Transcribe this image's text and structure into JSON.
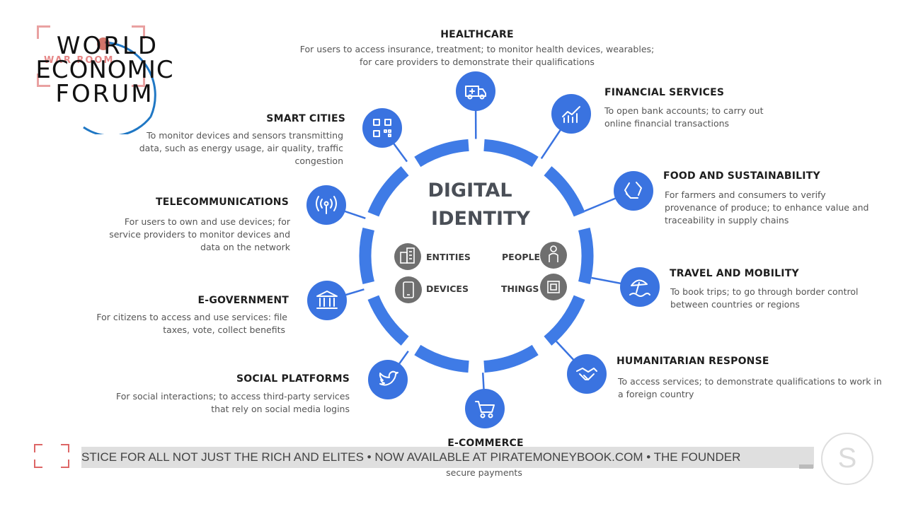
{
  "logo": {
    "line1": "WORLD",
    "line2": "ECONOMIC",
    "line3": "FORUM",
    "overlay": "WAR ROOM"
  },
  "center": {
    "title_line1": "DIGITAL",
    "title_line2": "IDENTITY",
    "inner": [
      {
        "key": "entities",
        "label": "ENTITIES",
        "icon": "buildings-icon"
      },
      {
        "key": "people",
        "label": "PEOPLE",
        "icon": "person-icon"
      },
      {
        "key": "devices",
        "label": "DEVICES",
        "icon": "smartphone-icon"
      },
      {
        "key": "things",
        "label": "THINGS",
        "icon": "chip-icon"
      }
    ]
  },
  "segments": {
    "healthcare": {
      "title": "HEALTHCARE",
      "desc1": "For users to access insurance, treatment; to monitor health devices, wearables;",
      "desc2": "for care providers to demonstrate their qualifications",
      "icon": "ambulance-icon"
    },
    "financial": {
      "title": "FINANCIAL SERVICES",
      "desc1": "To open bank accounts; to carry out",
      "desc2": "online financial transactions",
      "icon": "bar-chart-icon"
    },
    "food": {
      "title": "FOOD AND SUSTAINABILITY",
      "desc1": "For farmers and consumers to verify",
      "desc2": "provenance of produce; to enhance value and",
      "desc3": "traceability in supply chains",
      "icon": "recycle-icon"
    },
    "travel": {
      "title": "TRAVEL AND MOBILITY",
      "desc1": "To book trips; to go through border control",
      "desc2": "between countries or regions",
      "icon": "beach-umbrella-icon"
    },
    "humanitarian": {
      "title": "HUMANITARIAN RESPONSE",
      "desc1": "To access services; to demonstrate qualifications to work in",
      "desc2": "a foreign country",
      "icon": "handshake-icon"
    },
    "ecommerce": {
      "title": "E-COMMERCE",
      "desc2": "secure payments",
      "icon": "shopping-cart-icon"
    },
    "social": {
      "title": "SOCIAL PLATFORMS",
      "desc1": "For social interactions; to access third-party services",
      "desc2": "that rely on social media logins",
      "icon": "bird-icon"
    },
    "egov": {
      "title": "E-GOVERNMENT",
      "desc1": "For citizens to access and use services: file",
      "desc2": "taxes, vote, collect benefits",
      "icon": "government-building-icon"
    },
    "telecom": {
      "title": "TELECOMMUNICATIONS",
      "desc1": "For users to own and use devices; for",
      "desc2": "service providers to monitor devices and",
      "desc3": "data on the network",
      "icon": "antenna-icon"
    },
    "smartcities": {
      "title": "SMART CITIES",
      "desc1": "To monitor devices and sensors transmitting",
      "desc2": "data, such as energy usage, air quality, traffic",
      "desc3": "congestion",
      "icon": "qr-code-icon"
    }
  },
  "ticker": {
    "text": "STICE FOR ALL NOT JUST THE RICH AND ELITES  •  NOW AVAILABLE AT PIRATEMONEYBOOK.COM  •  THE FOUNDER"
  },
  "colors": {
    "accent": "#3a73e0",
    "ring": "#3f7be6",
    "inner_icon_bg": "#6f6f6f",
    "title": "#4a4f57"
  }
}
